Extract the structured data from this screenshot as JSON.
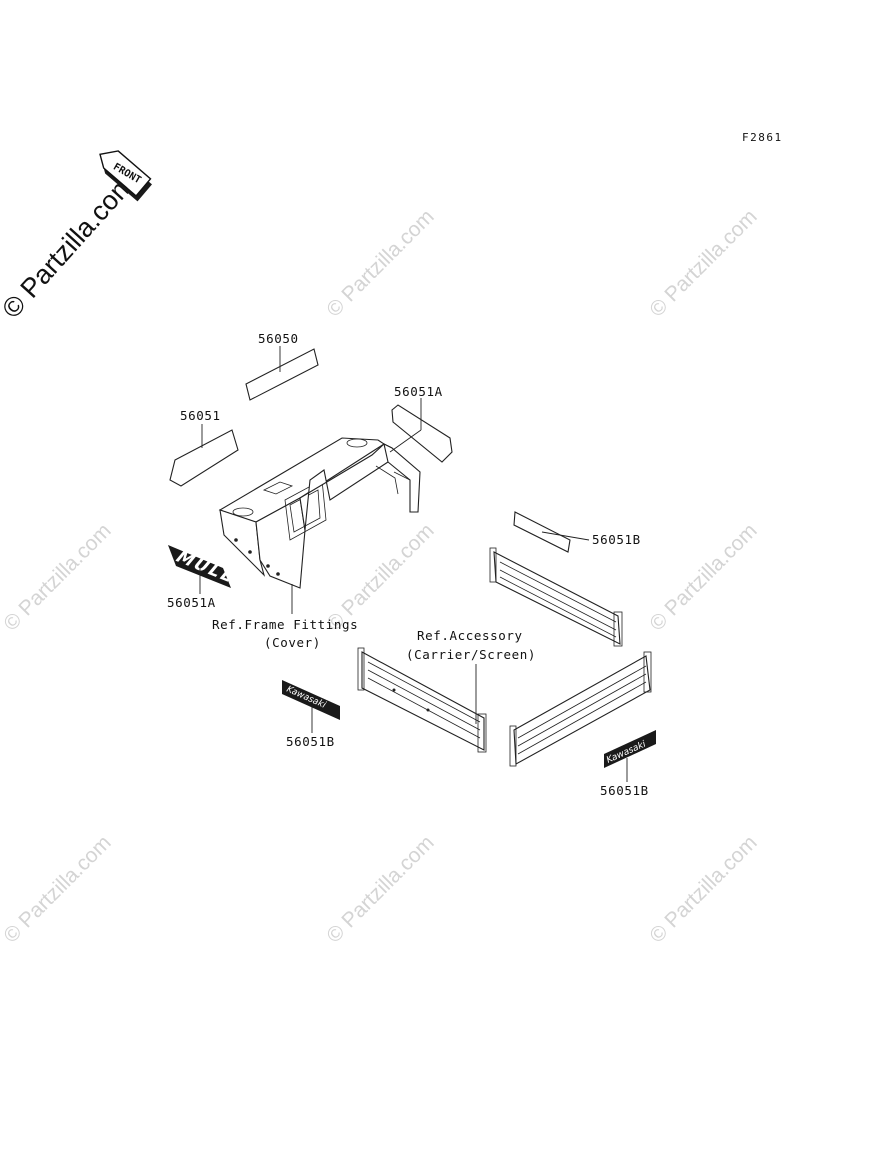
{
  "figure_code": "F2861",
  "front_badge": "FRONT",
  "watermark_main": "© Partzilla.com",
  "watermark_tile": "© Partzilla.com",
  "decals": {
    "mule_text": "MULE",
    "kawasaki_text": "Kawasaki"
  },
  "callouts": {
    "c56050": "56050",
    "c56051": "56051",
    "c56051A_top": "56051A",
    "c56051A_side": "56051A",
    "c56051B_right": "56051B",
    "c56051B_left": "56051B",
    "c56051B_bottom": "56051B",
    "ref_frame_1": "Ref.Frame Fittings",
    "ref_frame_2": "(Cover)",
    "ref_acc_1": "Ref.Accessory",
    "ref_acc_2": "(Carrier/Screen)"
  }
}
